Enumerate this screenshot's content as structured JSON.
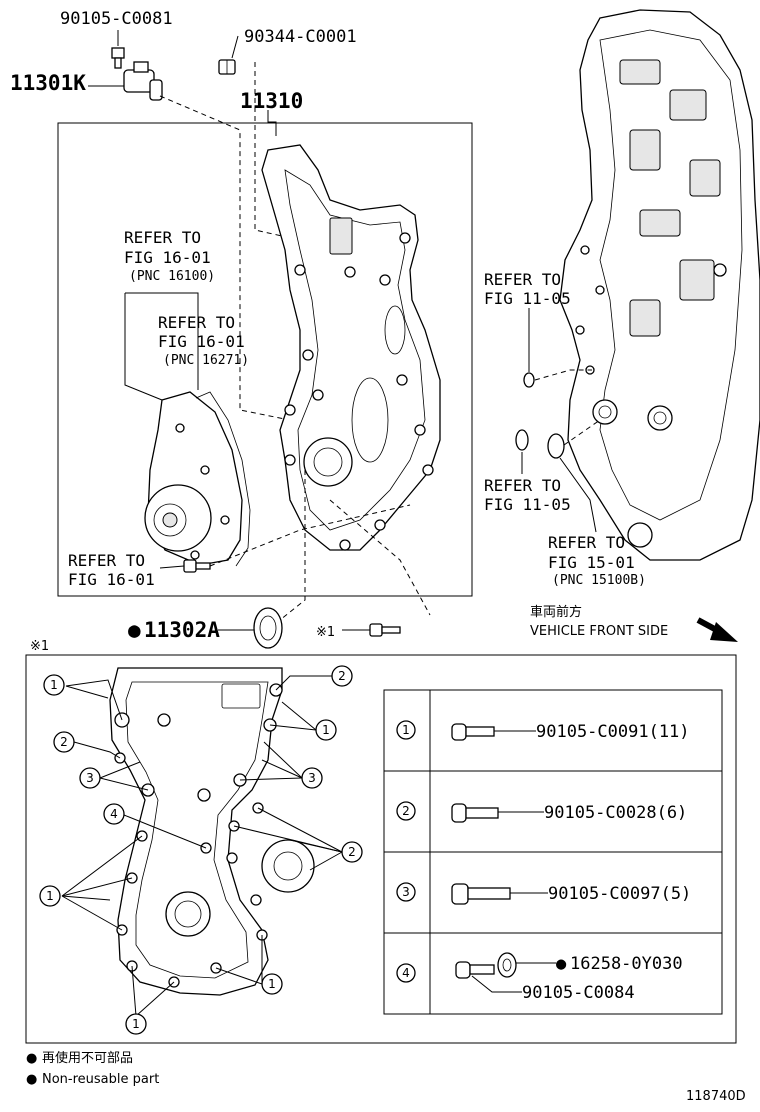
{
  "parts": {
    "p1": "90105-C0081",
    "p2": "90344-C0001",
    "p3": "11301K",
    "p4": "11310",
    "p5": "11302A"
  },
  "refs": {
    "r1_line1": "REFER TO",
    "r1_line2": "FIG 16-01",
    "r1_line3": "(PNC 16100)",
    "r2_line1": "REFER TO",
    "r2_line2": "FIG 16-01",
    "r2_line3": "(PNC 16271)",
    "r3_line1": "REFER TO",
    "r3_line2": "FIG 16-01",
    "r4_line1": "REFER TO",
    "r4_line2": "FIG 11-05",
    "r5_line1": "REFER TO",
    "r5_line2": "FIG 11-05",
    "r6_line1": "REFER TO",
    "r6_line2": "FIG 15-01",
    "r6_line3": "(PNC 15100B)"
  },
  "direction": {
    "jp": "車両前方",
    "en": "VEHICLE FRONT SIDE"
  },
  "markers": {
    "kome1": "※1",
    "non_reusable": "●"
  },
  "table": [
    {
      "num": "1",
      "part": "90105-C0091(11)"
    },
    {
      "num": "2",
      "part": "90105-C0028(6)"
    },
    {
      "num": "3",
      "part": "90105-C0097(5)"
    },
    {
      "num": "4",
      "part": "16258-0Y030",
      "sub": "90105-C0084"
    }
  ],
  "callouts": [
    "1",
    "2",
    "3",
    "4"
  ],
  "legend": {
    "jp": "再使用不可部品",
    "en": "Non-reusable part"
  },
  "fig_id": "118740D"
}
